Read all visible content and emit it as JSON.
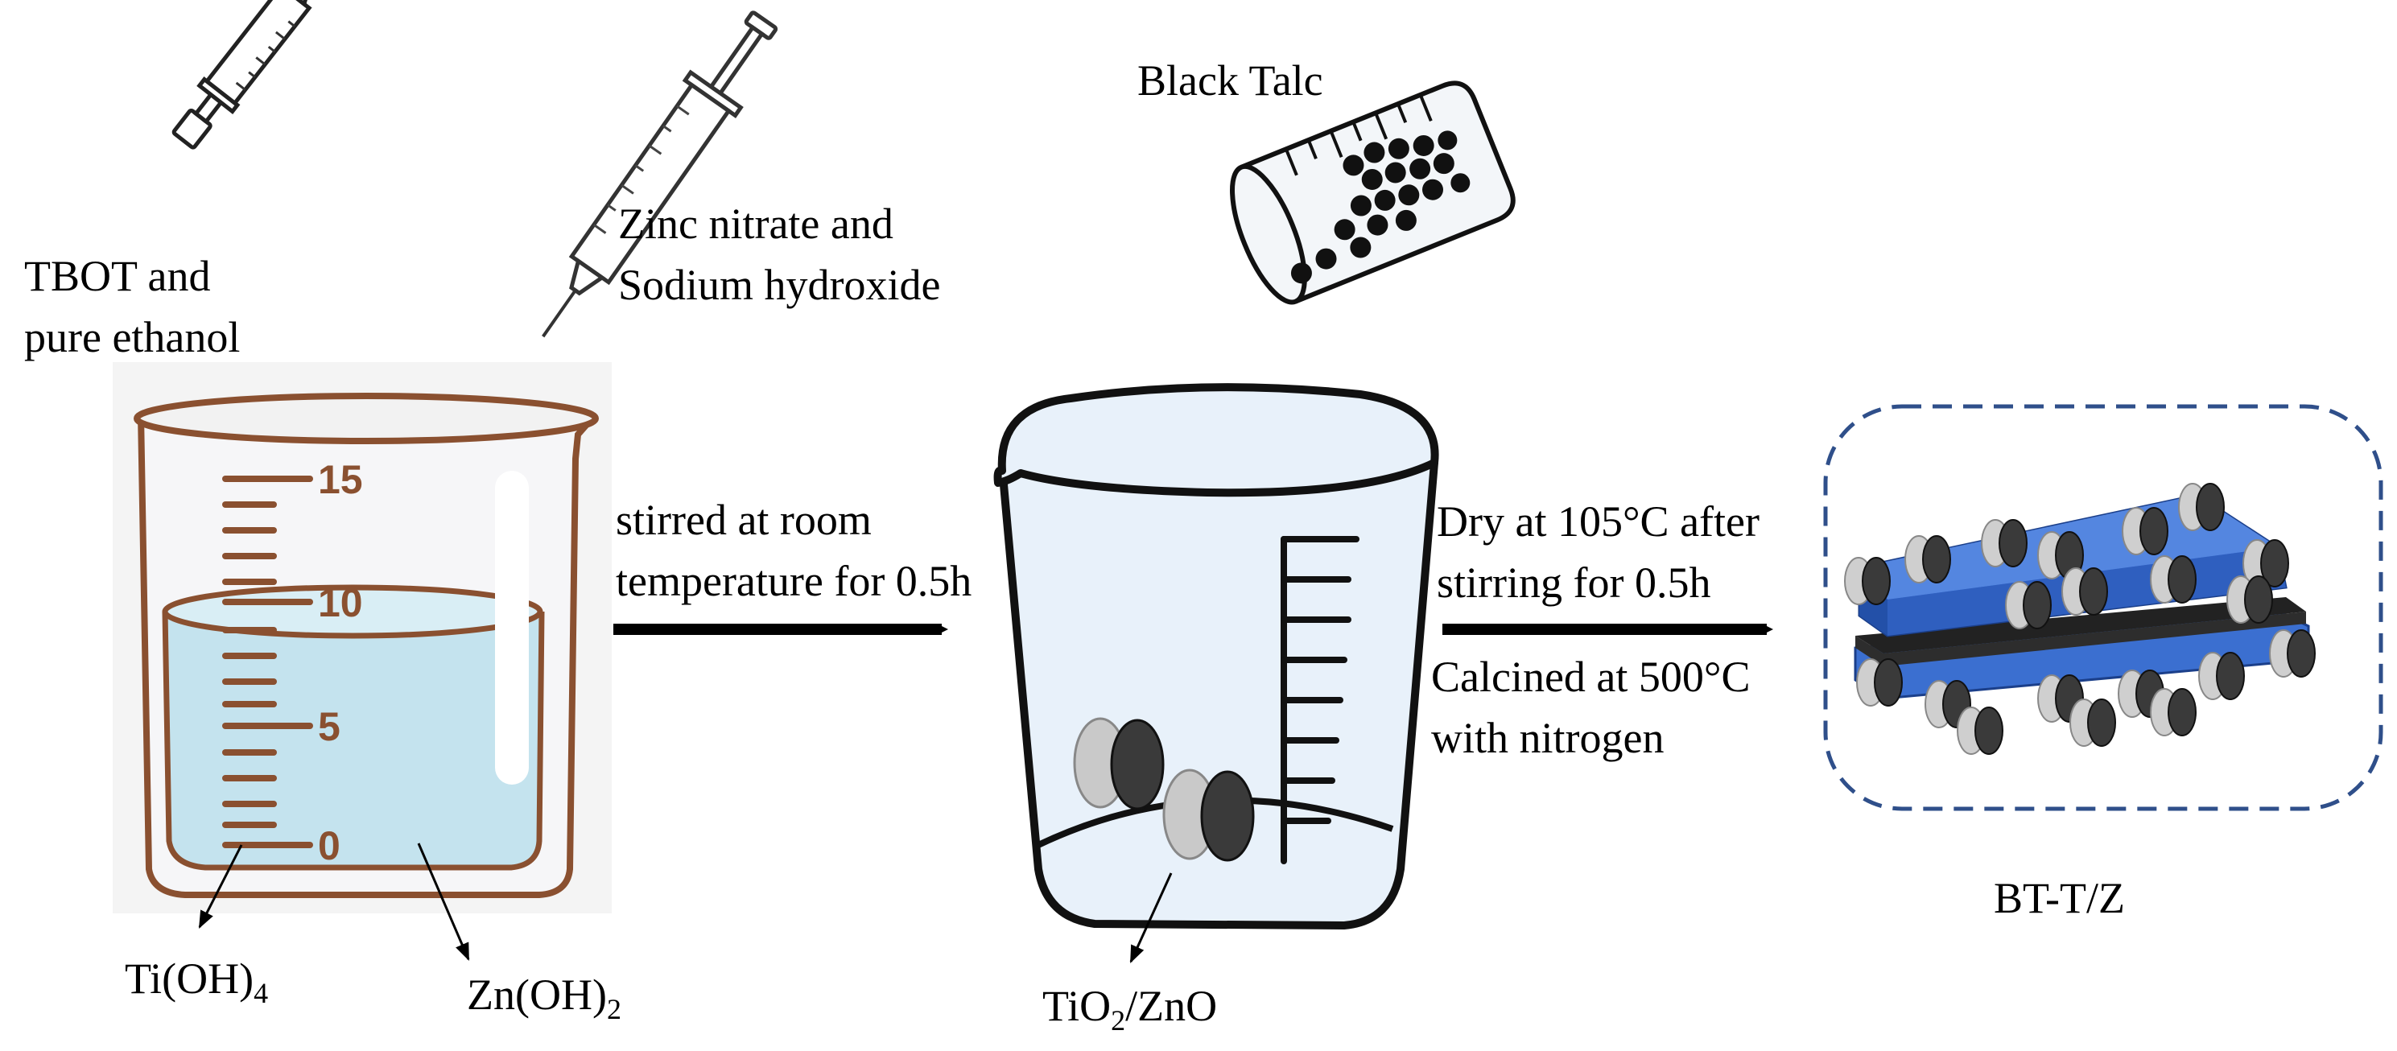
{
  "reagents": {
    "syringe_left": {
      "line1": "TBOT and",
      "line2": "pure ethanol"
    },
    "syringe_right": {
      "line1": "Zinc nitrate and",
      "line2": "Sodium hydroxide"
    },
    "talc": "Black Talc"
  },
  "beaker1": {
    "scale_labels": [
      "15",
      "10",
      "5",
      "0"
    ],
    "product_a": {
      "base": "Ti(OH)",
      "sub": "4"
    },
    "product_b": {
      "base": "Zn(OH)",
      "sub": "2"
    }
  },
  "step1": {
    "line1": "stirred at room",
    "line2": "temperature for 0.5h"
  },
  "beaker2": {
    "product": {
      "part1": "TiO",
      "sub": "2",
      "part2": "/ZnO"
    }
  },
  "step2": {
    "above1": "Dry at 105°C after",
    "above2": "stirring for 0.5h",
    "below1": "Calcined at 500°C",
    "below2": "with nitrogen"
  },
  "final": {
    "label": "BT-T/Z"
  },
  "colors": {
    "beaker_brown": "#8a5030",
    "liquid": "#c4e3ee",
    "glass": "#e8f1fa",
    "plate_blue": "#3b6fd0",
    "dashed_border": "#2f4f8a",
    "arrow": "#000000"
  }
}
